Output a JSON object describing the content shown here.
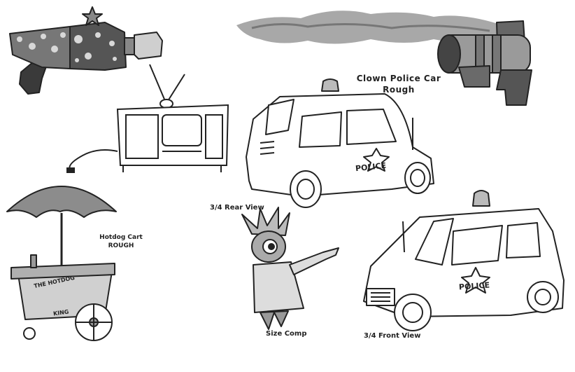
{
  "labels": {
    "police_car_title_line1": "Clown Police Car",
    "police_car_title_line2": "Rough",
    "hotdog_cart_line1": "Hotdog Cart",
    "hotdog_cart_line2": "ROUGH",
    "rear_view": "3/4 Rear View",
    "size_comp": "Size Comp",
    "front_view": "3/4 Front View"
  },
  "decals": {
    "rear_police": "POLICE",
    "front_police": "POLICE",
    "cart_top": "THE HOTDOG",
    "cart_bottom": "KING"
  },
  "icons": [
    "star-gun-icon",
    "tv-icon",
    "police-car-rear-icon",
    "police-car-front-icon",
    "cannon-icon",
    "hotdog-cart-icon",
    "clown-figure-icon"
  ],
  "colors": {
    "ink": "#222222",
    "mid_gray": "#8a8a8a",
    "dark_gray": "#555555",
    "light_gray": "#c8c8c8"
  }
}
